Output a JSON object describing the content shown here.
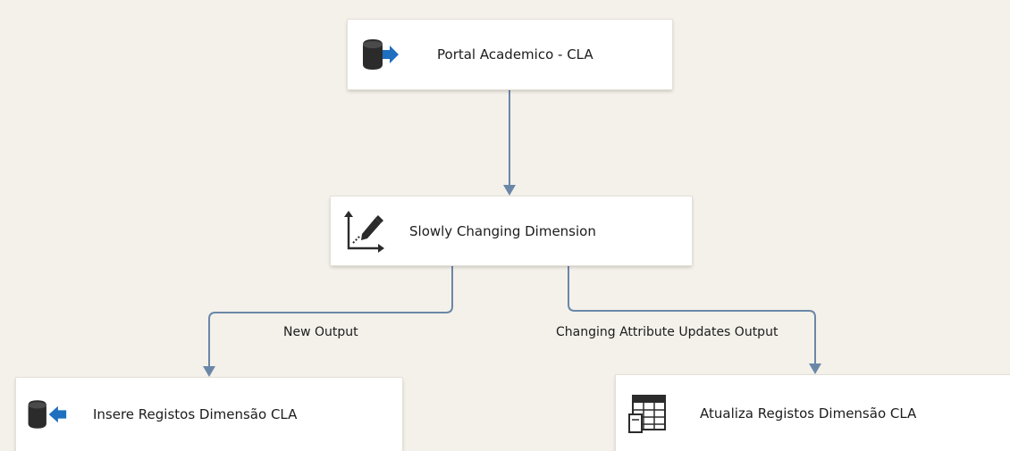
{
  "canvas": {
    "background": "#f4f1ea",
    "connector_color": "#6b87a8"
  },
  "nodes": {
    "source": {
      "label": "Portal Academico - CLA",
      "icon": "database-source-icon"
    },
    "scd": {
      "label": "Slowly Changing Dimension",
      "icon": "slowly-changing-dimension-icon"
    },
    "insert": {
      "label": "Insere Registos Dimensão CLA",
      "icon": "database-destination-icon"
    },
    "update": {
      "label": "Atualiza Registos Dimensão CLA",
      "icon": "ole-db-command-table-icon"
    }
  },
  "paths": {
    "new_output": "New Output",
    "changing_output": "Changing Attribute Updates Output"
  }
}
